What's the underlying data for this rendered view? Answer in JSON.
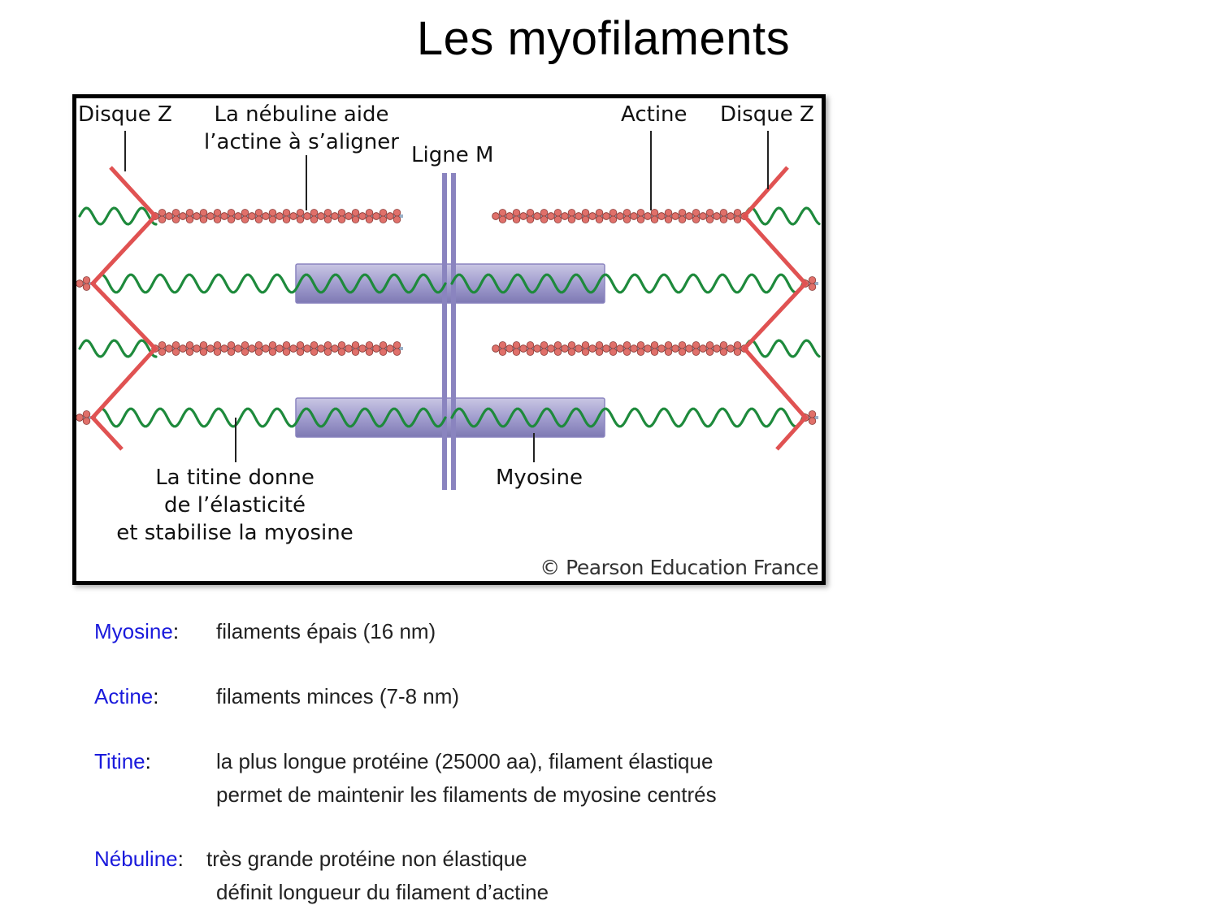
{
  "slide": {
    "title": "Les myofilaments"
  },
  "figure": {
    "labels": {
      "z_disc_left": "Disque Z",
      "nebulin_line1": "La nébuline aide",
      "nebulin_line2": "l’actine à s’aligner",
      "m_line": "Ligne M",
      "actin": "Actine",
      "z_disc_right": "Disque Z",
      "titin_line1": "La titine donne",
      "titin_line2": "de l’élasticité",
      "titin_line3": "et stabilise la myosine",
      "myosin": "Myosine"
    },
    "credit": "© Pearson Education France",
    "colors": {
      "z_disc": "#e05252",
      "titin": "#1e8a3c",
      "actin_bead": "#e0706a",
      "actin_core": "#9ab0c8",
      "myosin": "#9c98c8",
      "m_line": "#8a84bf"
    }
  },
  "definitions": [
    {
      "term": "Myosine",
      "colon": ":",
      "lines": [
        "filaments épais (16 nm)"
      ]
    },
    {
      "term": "Actine",
      "colon": ":",
      "lines": [
        "filaments minces (7-8 nm)"
      ]
    },
    {
      "term": "Titine",
      "colon": ":",
      "lines": [
        "la plus longue protéine (25000 aa), filament élastique",
        "permet de maintenir les filaments de myosine centrés"
      ]
    },
    {
      "term": "Nébuline",
      "colon": ":",
      "lines": [
        "très grande protéine non élastique",
        "définit longueur du filament d’actine"
      ]
    }
  ]
}
